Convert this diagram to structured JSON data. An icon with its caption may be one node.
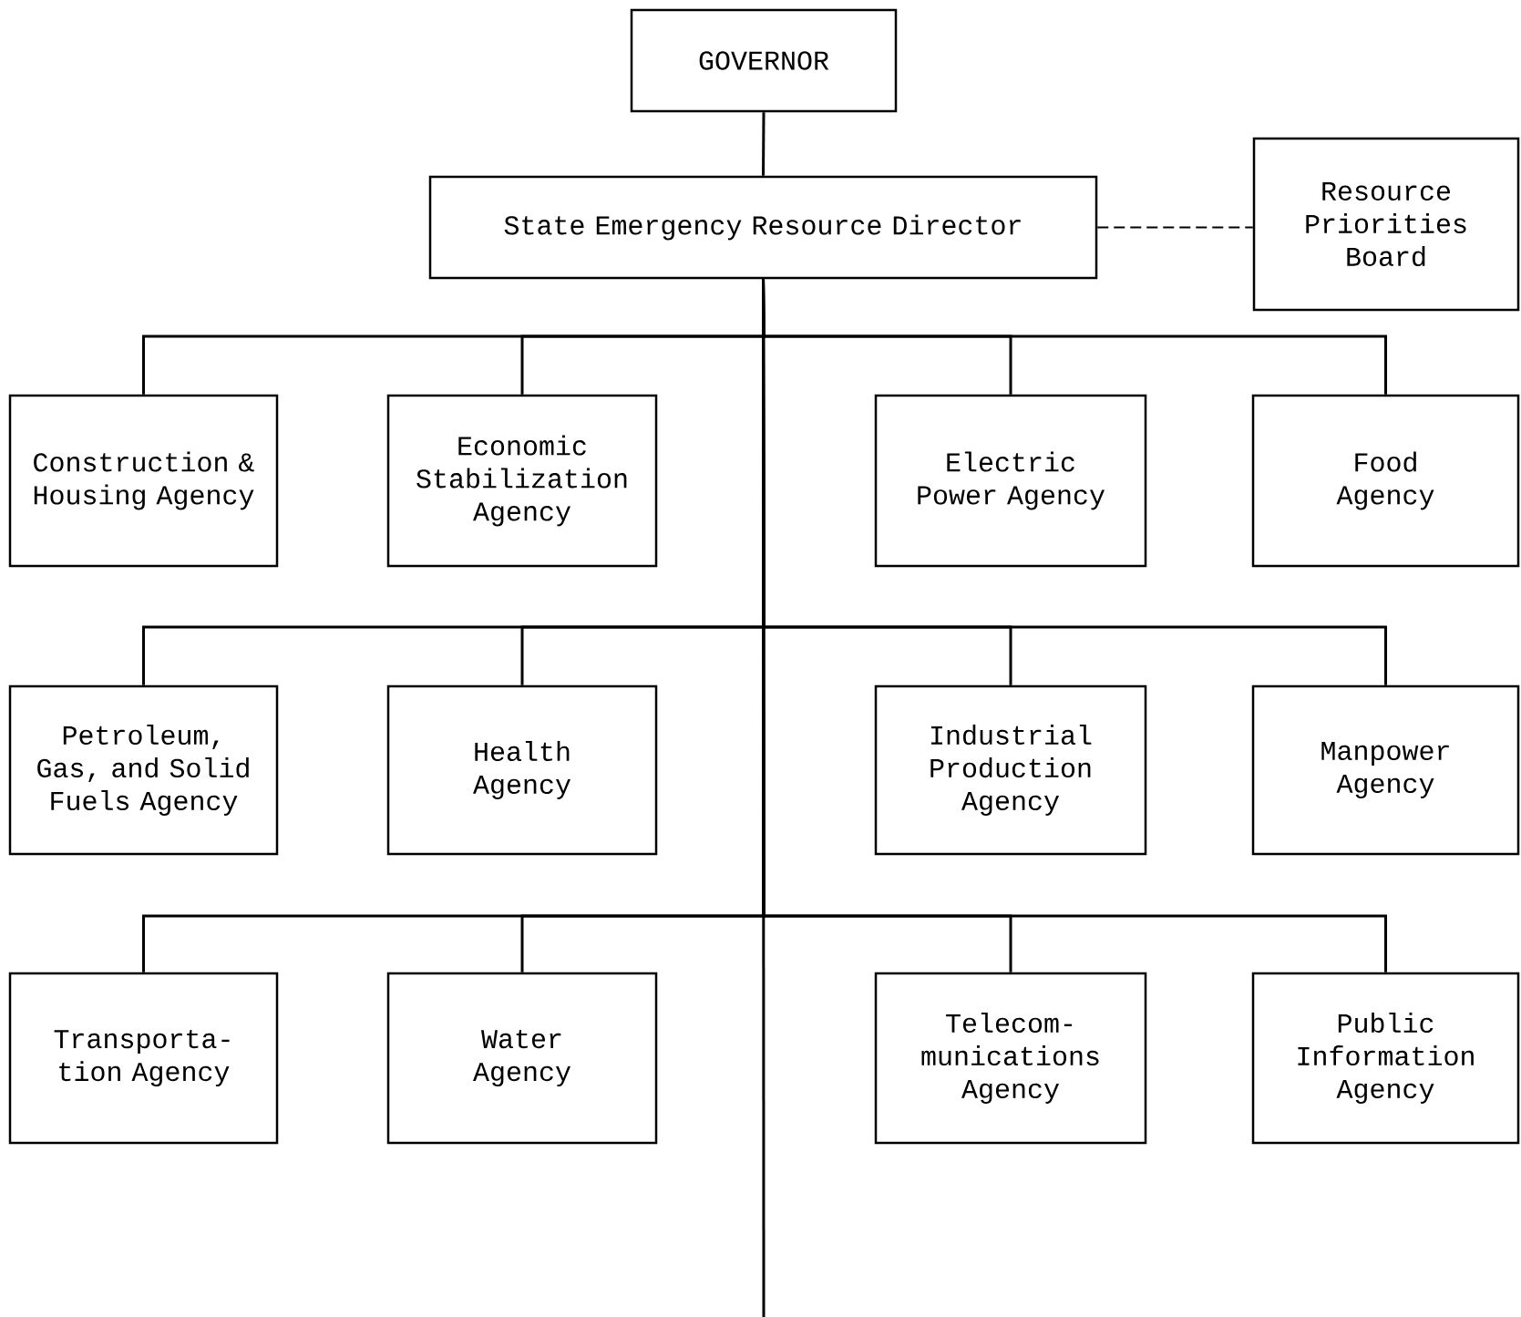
{
  "diagram": {
    "nodes": [
      {
        "text": [
          "GOVERNOR"
        ]
      },
      {
        "text": [
          "State Emergency Resource Director"
        ]
      },
      {
        "text": [
          "Resource Priorities Board"
        ]
      },
      {
        "text": [
          "Construction & Housing Agency"
        ]
      },
      {
        "text": [
          "Economic Stabilization Agency"
        ]
      },
      {
        "text": [
          "Electric Power Agency"
        ]
      },
      {
        "text": [
          "Food Agency"
        ]
      },
      {
        "text": [
          "Petroleum, Gas, and Solid Fuels Agency"
        ]
      },
      {
        "text": [
          "Health Agency"
        ]
      },
      {
        "text": [
          "Industrial Production Agency"
        ]
      },
      {
        "text": [
          "Manpower Agency"
        ]
      },
      {
        "text": [
          "Transporta- tion Agency"
        ]
      },
      {
        "text": [
          "Water Agency"
        ]
      },
      {
        "text": [
          "Telecom- munications Agency"
        ]
      },
      {
        "text": [
          "Public Information Agency"
        ]
      }
    ],
    "edges": [
      {
        "from": 0,
        "to": 1,
        "arrow": "none"
      },
      {
        "from": 1,
        "to": 2,
        "arrow": "none",
        "style": "dashed"
      },
      {
        "from": 1,
        "to": 3,
        "arrow": "none"
      },
      {
        "from": 1,
        "to": 4,
        "arrow": "none"
      },
      {
        "from": 1,
        "to": 5,
        "arrow": "none"
      },
      {
        "from": 1,
        "to": 6,
        "arrow": "none"
      },
      {
        "from": 1,
        "to": 7,
        "arrow": "none"
      },
      {
        "from": 1,
        "to": 8,
        "arrow": "none"
      },
      {
        "from": 1,
        "to": 9,
        "arrow": "none"
      },
      {
        "from": 1,
        "to": 10,
        "arrow": "none"
      },
      {
        "from": 1,
        "to": 11,
        "arrow": "none"
      },
      {
        "from": 1,
        "to": 12,
        "arrow": "none"
      },
      {
        "from": 1,
        "to": 13,
        "arrow": "none"
      },
      {
        "from": 1,
        "to": 14,
        "arrow": "none"
      },
      {
        "from": 1,
        "to": null,
        "arrow": "none"
      }
    ]
  }
}
